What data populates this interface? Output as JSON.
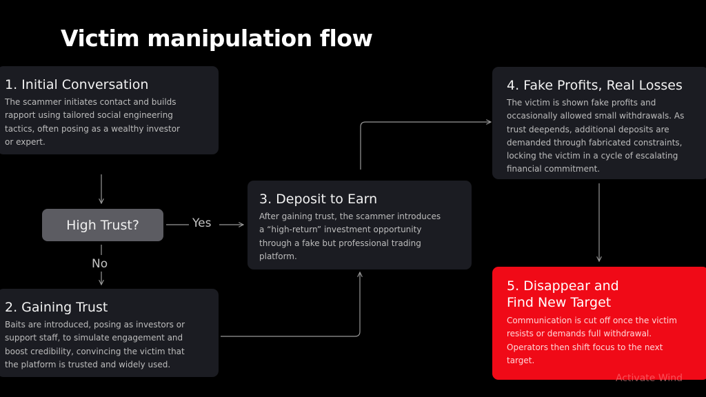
{
  "title": "Victim manipulation flow",
  "decision": {
    "label": "High Trust?",
    "yes_label": "Yes",
    "no_label": "No"
  },
  "steps": [
    {
      "title": "1. Initial Conversation",
      "lines": [
        "The scammer initiates contact and builds",
        "rapport using tailored social engineering",
        "tactics, often posing as a wealthy investor",
        "or expert."
      ]
    },
    {
      "title": "2. Gaining Trust",
      "lines": [
        "Baits are introduced, posing as investors or",
        "support staff, to simulate engagement and",
        "boost credibility, convincing the victim that",
        "the platform is trusted and widely used."
      ]
    },
    {
      "title": "3. Deposit to Earn",
      "lines": [
        "After gaining trust, the scammer introduces",
        "a “high-return” investment opportunity",
        "through a fake but professional trading",
        "platform."
      ]
    },
    {
      "title": "4. Fake Profits, Real Losses",
      "lines": [
        "The victim is shown fake profits and",
        "occasionally allowed small withdrawals. As",
        "trust deepends, additional deposits are",
        "demanded through fabricated constraints,",
        "locking the victim in a cycle of escalating",
        "financial commitment."
      ]
    },
    {
      "title_lines": [
        "5. Disappear and",
        "Find New Target"
      ],
      "lines": [
        "Communication is cut off once the victim",
        "resists or demands full withdrawal.",
        "Operators then shift focus to the next",
        "target."
      ]
    }
  ],
  "watermark": "Activate Wind",
  "colors": {
    "background": "#000000",
    "card": "#1b1c22",
    "decision": "#5c5c62",
    "final_card": "#f00a17",
    "connector": "#9a9a9a"
  }
}
